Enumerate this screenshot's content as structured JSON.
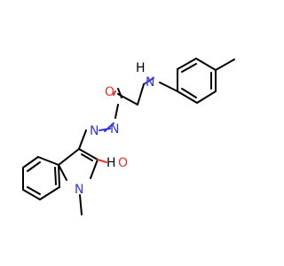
{
  "molecule": {
    "atoms": {
      "oxygen_carbonyl": "O",
      "nh_linker": "N",
      "nh_linker_h": "H",
      "azo_n1": "N",
      "azo_n2": "N",
      "oxygen_hydroxy": "O",
      "hydroxy_h": "H",
      "indole_n": "N"
    }
  },
  "colors": {
    "bond": "#000000",
    "nitrogen": "#3535e0",
    "oxygen": "#e03535"
  }
}
